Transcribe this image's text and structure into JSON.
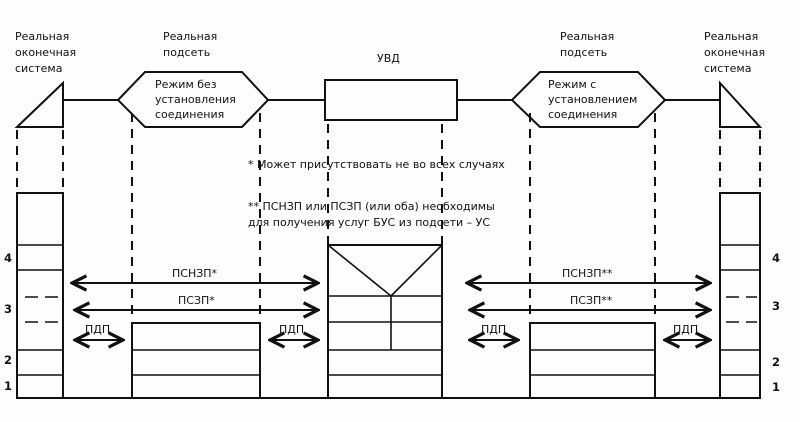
{
  "labels": {
    "left_end_system": [
      "Реальная",
      "оконечная",
      "система"
    ],
    "left_subnet": [
      "Реальная",
      "подсеть"
    ],
    "left_mode": [
      "Режим без",
      "установления",
      "соединения"
    ],
    "center_device": "УВД",
    "right_subnet": [
      "Реальная",
      "подсеть"
    ],
    "right_mode": [
      "Режим с",
      "установлением",
      "соединения"
    ],
    "right_end_system": [
      "Реальная",
      "оконечная",
      "система"
    ]
  },
  "notes": {
    "note1": "* Может присутствовать не во всех случаях",
    "note2_line1": "** ПСНЗП или ПСЗП  (или оба)  необходимы",
    "note2_line2": "для получения  услуг БУС из подсети – УС"
  },
  "arrows": {
    "left_upper": "ПСНЗП*",
    "left_lower": "ПСЗП*",
    "right_upper": "ПСНЗП**",
    "right_lower": "ПСЗП**",
    "pdp": "ПДП"
  },
  "layers": {
    "layer4": "4",
    "layer3": "3",
    "layer2": "2",
    "layer1": "1"
  }
}
